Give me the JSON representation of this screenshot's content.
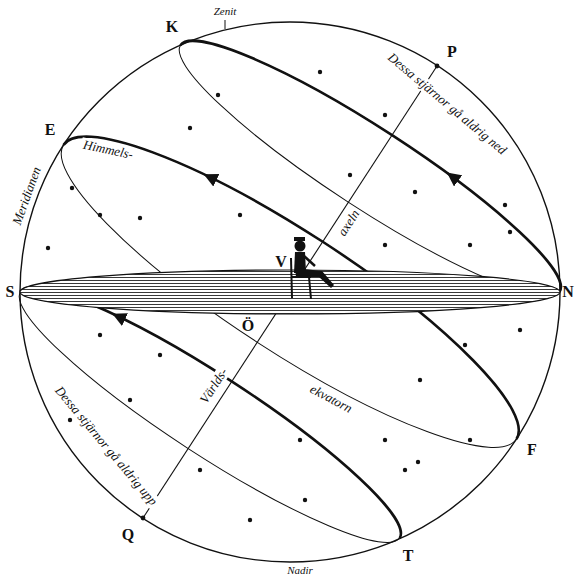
{
  "diagram": {
    "labels": [
      "K",
      "Zenit",
      "Dessa stjärnor gå aldrig ned",
      "P",
      "E",
      "Meridianen",
      "Himmels-",
      "axeln",
      "V",
      "S",
      "N",
      "Ö",
      "Världs-",
      "ekvatorn",
      "F",
      "Dessa stjärnor gå aldrig upp",
      "Q",
      "Nadir",
      "T"
    ]
  }
}
